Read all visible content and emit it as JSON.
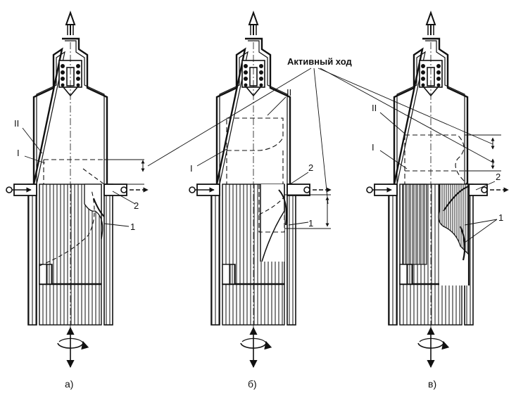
{
  "annotation": {
    "text": "Активный ход"
  },
  "panels": [
    {
      "id": "a",
      "caption": "а)",
      "labels": [
        "II",
        "I",
        "2",
        "1"
      ]
    },
    {
      "id": "b",
      "caption": "б)",
      "labels": [
        "II",
        "I",
        "2",
        "1"
      ]
    },
    {
      "id": "c",
      "caption": "в)",
      "labels": [
        "II",
        "I",
        "2",
        "1"
      ]
    }
  ]
}
